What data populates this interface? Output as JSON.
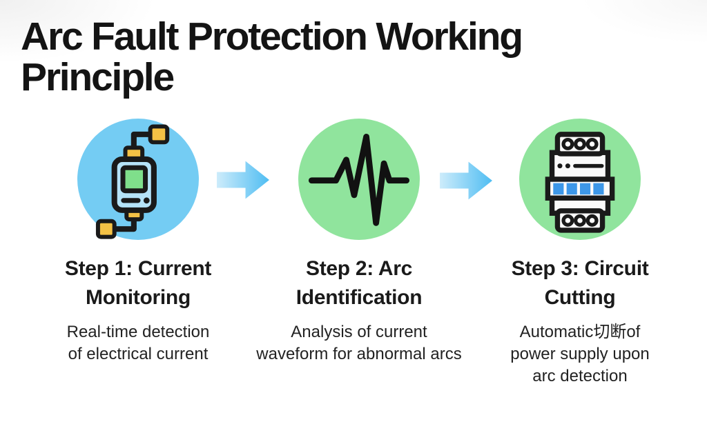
{
  "title": "Arc Fault Protection Working\nPrinciple",
  "colors": {
    "title_text": "#141414",
    "body_text": "#222222",
    "step1_circle": "#74CCF3",
    "step2_circle": "#90E49D",
    "step3_circle": "#90E49D",
    "arrow_gradient_start": "#CDECFB",
    "arrow_gradient_end": "#4FBDF2",
    "icon_outline": "#1a1a1a",
    "connector_yellow": "#F4C145",
    "screen_green": "#7FDF8B",
    "breaker_switch_blue": "#3D97E8",
    "device_body_blue": "#B5E3F8",
    "breaker_body_white": "#FAFAFA"
  },
  "steps": [
    {
      "title": "Step 1: Current\nMonitoring",
      "description": "Real-time detection\nof electrical current",
      "icon": "current-monitor-icon",
      "circle_color": "#74CCF3"
    },
    {
      "title": "Step 2: Arc\nIdentification",
      "description": "Analysis of current\nwaveform for abnormal arcs",
      "icon": "arc-waveform-icon",
      "circle_color": "#90E49D"
    },
    {
      "title": "Step 3: Circuit\nCutting",
      "description": "Automatic切断of\npower supply upon\narc detection",
      "icon": "circuit-breaker-icon",
      "circle_color": "#90E49D"
    }
  ],
  "arrows": [
    {
      "icon": "right-arrow-icon"
    },
    {
      "icon": "right-arrow-icon"
    }
  ]
}
